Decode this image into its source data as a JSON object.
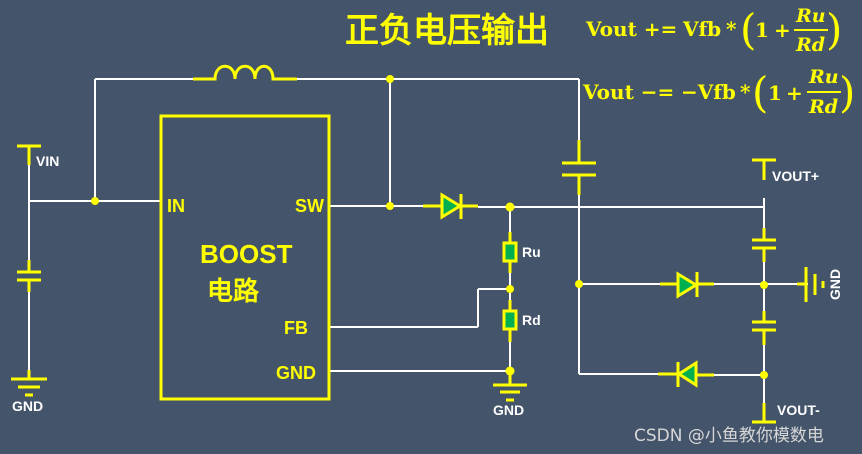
{
  "title": "正负电压输出",
  "formulas": {
    "positive": {
      "lhs": "Vout +=",
      "rhs": "Vfb",
      "op": "*",
      "one": "1",
      "plus": "+",
      "num": "Ru",
      "den": "Rd"
    },
    "negative": {
      "lhs": "Vout −=",
      "rhs": "−Vfb",
      "op": "*",
      "one": "1",
      "plus": "+",
      "num": "Ru",
      "den": "Rd"
    }
  },
  "chip": {
    "name_line1": "BOOST",
    "name_line2": "电路",
    "pins": {
      "in": "IN",
      "sw": "SW",
      "fb": "FB",
      "gnd": "GND"
    }
  },
  "labels": {
    "vin": "VIN",
    "gnd_left": "GND",
    "gnd_mid": "GND",
    "gnd_right": "GND",
    "ru": "Ru",
    "rd": "Rd",
    "vout_pos": "VOUT+",
    "vout_neg": "VOUT-"
  },
  "colors": {
    "background": "#44546a",
    "component": "#ffff00",
    "wire": "#ffffff",
    "fill": "#00b050"
  },
  "watermark": "CSDN @小鱼教你模数电"
}
